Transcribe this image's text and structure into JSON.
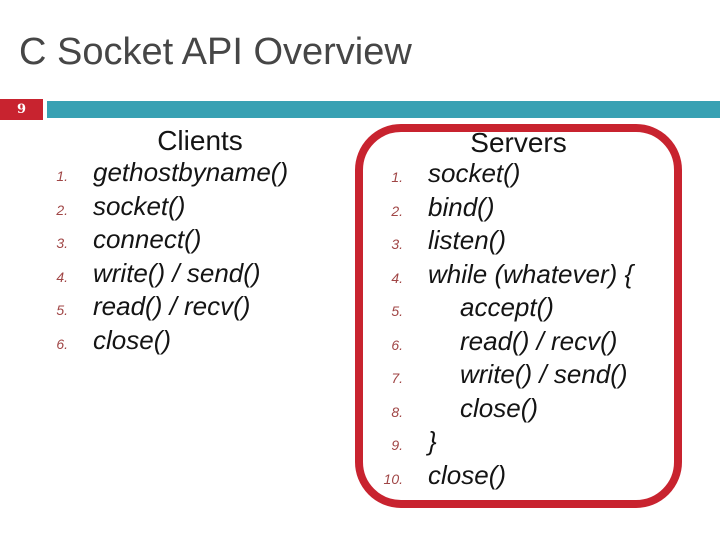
{
  "slide": {
    "title": "C Socket API Overview",
    "page_number": "9",
    "colors": {
      "accent_red": "#C8232F",
      "accent_teal": "#38A1B3",
      "title_gray": "#464646",
      "list_number_red": "#A04646",
      "body_text": "#141414"
    },
    "clients": {
      "header": "Clients",
      "items": [
        {
          "num": "1.",
          "text": "gethostbyname()",
          "indent": 0
        },
        {
          "num": "2.",
          "text": "socket()",
          "indent": 0
        },
        {
          "num": "3.",
          "text": "connect()",
          "indent": 0
        },
        {
          "num": "4.",
          "text": "write() / send()",
          "indent": 0
        },
        {
          "num": "5.",
          "text": "read() / recv()",
          "indent": 0
        },
        {
          "num": "6.",
          "text": "close()",
          "indent": 0
        }
      ]
    },
    "servers": {
      "header": "Servers",
      "items": [
        {
          "num": "1.",
          "text": "socket()",
          "indent": 0
        },
        {
          "num": "2.",
          "text": "bind()",
          "indent": 0
        },
        {
          "num": "3.",
          "text": "listen()",
          "indent": 0
        },
        {
          "num": "4.",
          "text": "while (whatever) {",
          "indent": 0
        },
        {
          "num": "5.",
          "text": "accept()",
          "indent": 1
        },
        {
          "num": "6.",
          "text": "read() / recv()",
          "indent": 1
        },
        {
          "num": "7.",
          "text": "write() / send()",
          "indent": 1
        },
        {
          "num": "8.",
          "text": "close()",
          "indent": 1
        },
        {
          "num": "9.",
          "text": "}",
          "indent": 0
        },
        {
          "num": "10.",
          "text": "close()",
          "indent": 0
        }
      ]
    }
  }
}
